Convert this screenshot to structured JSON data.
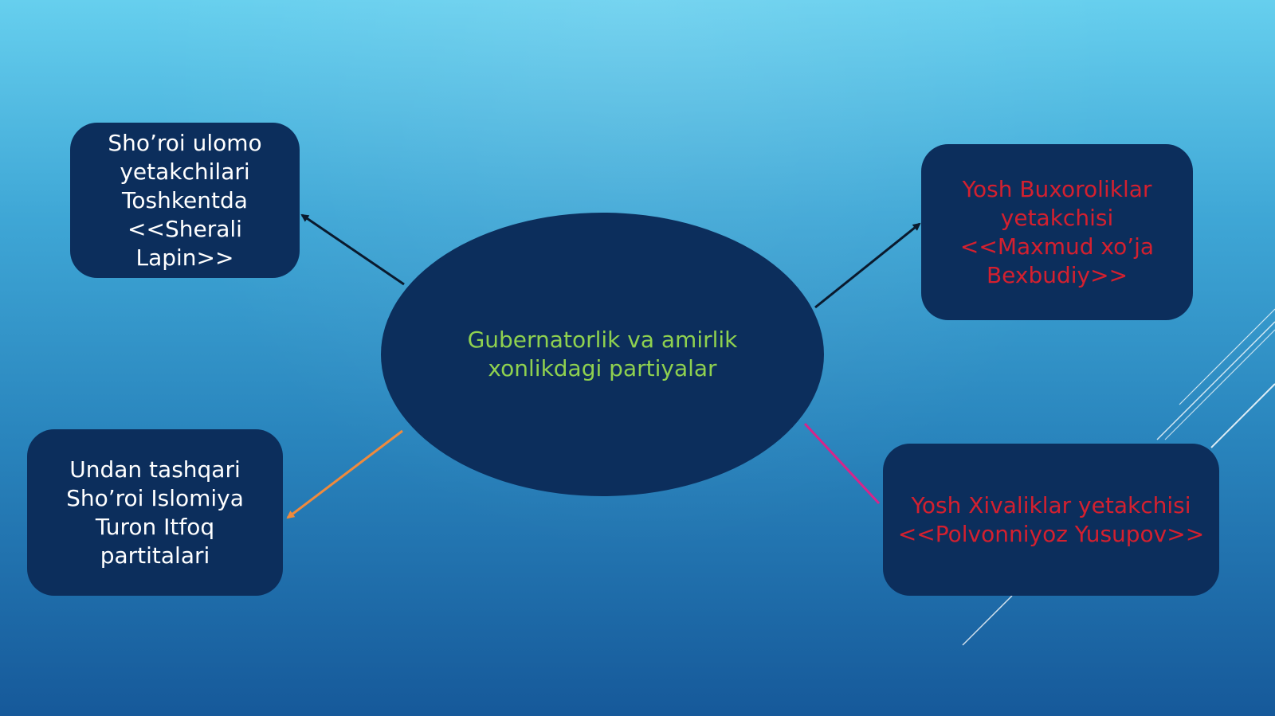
{
  "diagram": {
    "center": {
      "text": "Gubernatorlik va amirlik\nxonlikdagi partiyalar",
      "color": "#8fd14f"
    },
    "boxes": {
      "top_left": {
        "text": "Sho’roi ulomo\nyetakchilari\nToshkentda\n<<Sherali\nLapin>>"
      },
      "bottom_left": {
        "text": "Undan tashqari\nSho’roi Islomiya\nTuron Itfoq\npartitalari"
      },
      "top_right": {
        "text": "Yosh Buxoroliklar\nyetakchisi\n<<Maxmud xo’ja\nBexbudiy>>"
      },
      "bottom_right": {
        "text": "Yosh Xivaliklar yetakchisi\n<<Polvonniyoz Yusupov>>"
      }
    },
    "colors": {
      "box_fill": "#0c2e5c",
      "white_text": "#ffffff",
      "red_text": "#d4202f",
      "arrow_dark": "#0a1a2e",
      "arrow_orange": "#f08a3c",
      "arrow_magenta": "#d8248a"
    }
  }
}
